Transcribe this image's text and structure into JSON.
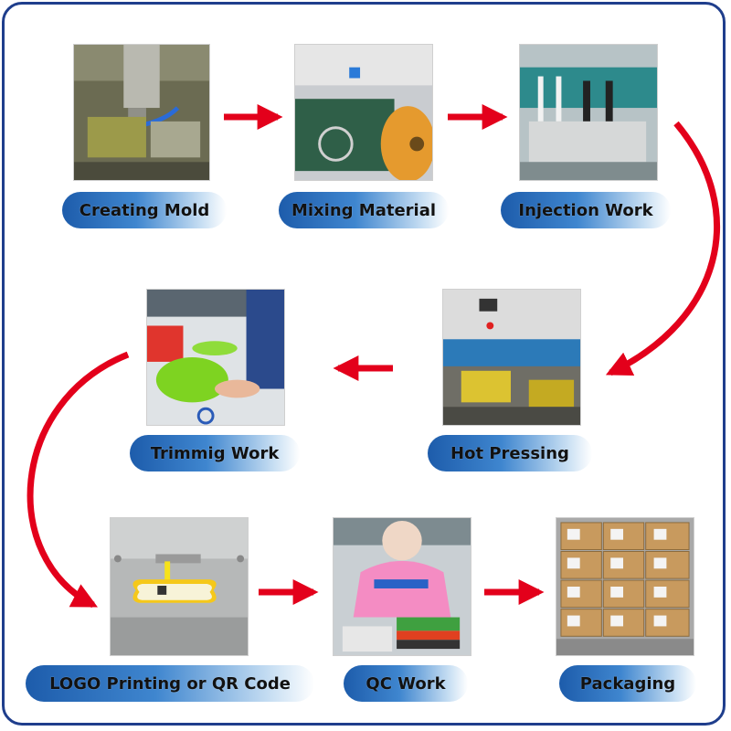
{
  "accent_color": "#e3001b",
  "label_color": "#2f74c0",
  "border_color": "#1f3e8c",
  "steps": [
    {
      "label": "Creating Mold",
      "photo": "cnc-mold-machining-photo"
    },
    {
      "label": "Mixing Material",
      "photo": "material-mixing-mill-photo"
    },
    {
      "label": "Injection Work",
      "photo": "injection-machine-photo"
    },
    {
      "label": "Hot Pressing",
      "photo": "hot-press-machine-photo"
    },
    {
      "label": "Trimmig Work",
      "photo": "manual-trimming-photo"
    },
    {
      "label": "LOGO Printing or QR Code",
      "photo": "laser-printing-tag-photo"
    },
    {
      "label": "QC Work",
      "photo": "quality-check-worker-photo"
    },
    {
      "label": "Packaging",
      "photo": "stacked-cartons-photo"
    }
  ]
}
